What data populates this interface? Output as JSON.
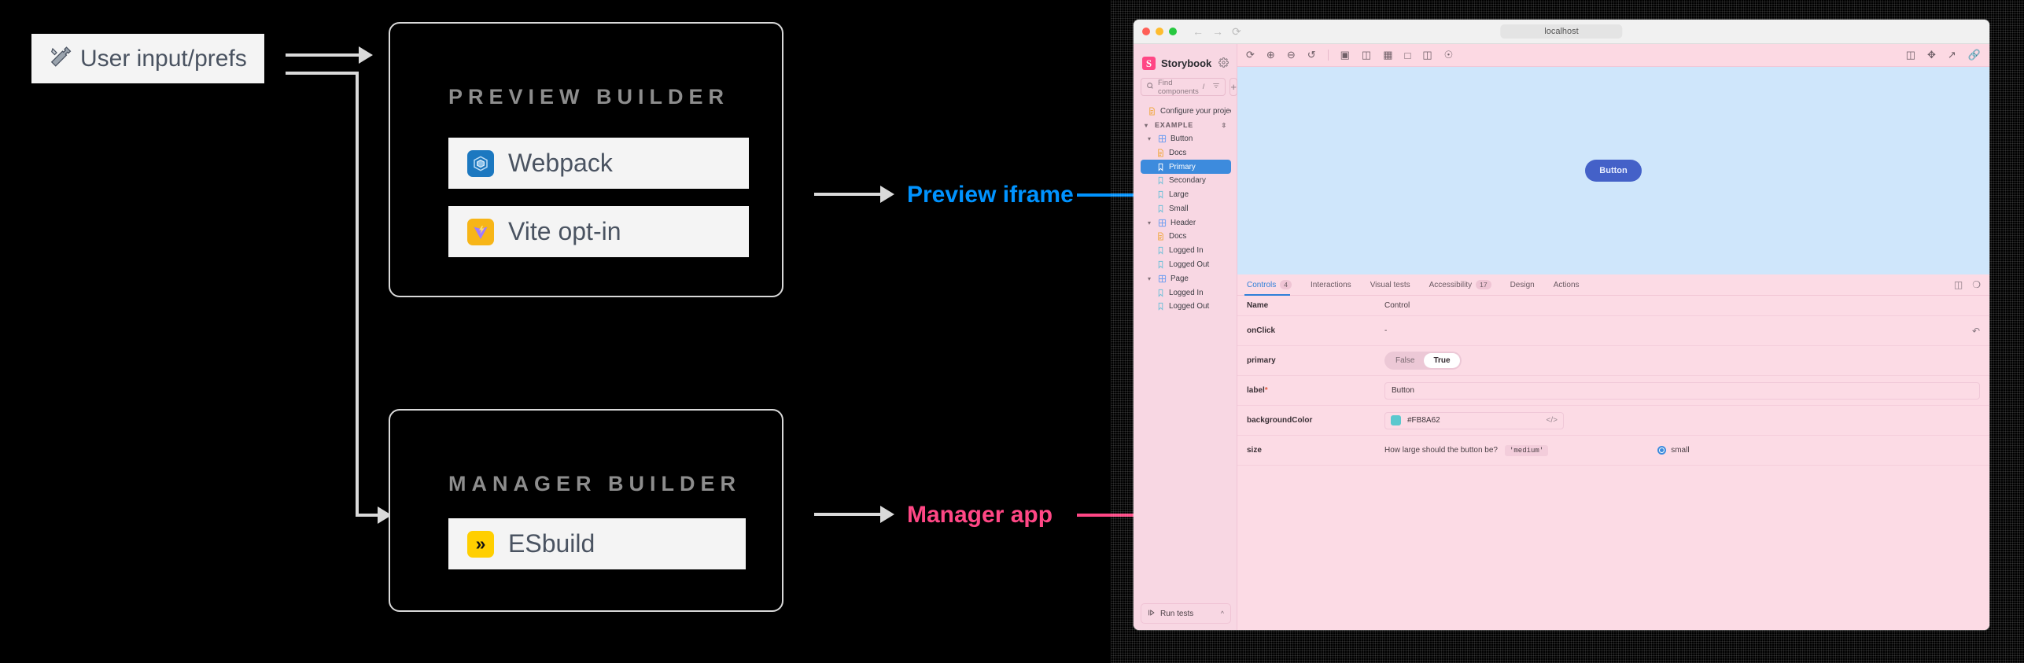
{
  "diagram": {
    "input_chip": {
      "icon": "tools-icon",
      "label": "User input/prefs",
      "emoji": "🛠"
    },
    "preview_box": {
      "title": "PREVIEW BUILDER",
      "items": [
        {
          "label": "Webpack",
          "icon": "webpack-icon"
        },
        {
          "label": "Vite opt-in",
          "icon": "vite-icon"
        }
      ]
    },
    "manager_box": {
      "title": "MANAGER BUILDER",
      "items": [
        {
          "label": "ESbuild",
          "icon": "esbuild-icon"
        }
      ]
    },
    "annotations": [
      {
        "label": "Preview iframe",
        "color": "#0093ff"
      },
      {
        "label": "Manager app",
        "color": "#ff4785"
      }
    ]
  },
  "browser": {
    "url": "localhost",
    "traffic_lights": [
      "close",
      "minimize",
      "zoom"
    ],
    "nav": [
      "back-icon",
      "forward-icon",
      "reload-icon"
    ]
  },
  "storybook": {
    "brand": {
      "logo_letter": "S",
      "name": "Storybook",
      "settings_icon": "gear-icon"
    },
    "search": {
      "placeholder": "Find components",
      "shortcut": "/",
      "filter_icon": "filter-icon",
      "add_icon": "plus-icon"
    },
    "tree": [
      {
        "label": "Configure your project",
        "icon": "docs-icon",
        "indent": 0,
        "type": "doc"
      },
      {
        "label": "EXAMPLE",
        "icon": "chevron-down-icon",
        "indent": 0,
        "type": "group"
      },
      {
        "label": "Button",
        "icon": "component-icon",
        "indent": 0,
        "type": "component"
      },
      {
        "label": "Docs",
        "icon": "docs-icon",
        "indent": 1,
        "type": "doc"
      },
      {
        "label": "Primary",
        "icon": "story-icon",
        "indent": 1,
        "type": "story",
        "selected": true
      },
      {
        "label": "Secondary",
        "icon": "story-icon",
        "indent": 1,
        "type": "story"
      },
      {
        "label": "Large",
        "icon": "story-icon",
        "indent": 1,
        "type": "story"
      },
      {
        "label": "Small",
        "icon": "story-icon",
        "indent": 1,
        "type": "story"
      },
      {
        "label": "Header",
        "icon": "component-icon",
        "indent": 0,
        "type": "component"
      },
      {
        "label": "Docs",
        "icon": "docs-icon",
        "indent": 1,
        "type": "doc"
      },
      {
        "label": "Logged In",
        "icon": "story-icon",
        "indent": 1,
        "type": "story"
      },
      {
        "label": "Logged Out",
        "icon": "story-icon",
        "indent": 1,
        "type": "story"
      },
      {
        "label": "Page",
        "icon": "component-icon",
        "indent": 0,
        "type": "component"
      },
      {
        "label": "Logged In",
        "icon": "story-icon",
        "indent": 1,
        "type": "story"
      },
      {
        "label": "Logged Out",
        "icon": "story-icon",
        "indent": 1,
        "type": "story"
      }
    ],
    "run_tests": {
      "label": "Run tests",
      "icon": "play-icon",
      "chevron": "chevron-up-icon"
    },
    "toolbar_left": [
      "remount-icon",
      "zoom-in-icon",
      "zoom-out-icon",
      "zoom-reset-icon",
      "background-icon",
      "viewport-icon",
      "grid-icon",
      "measure-icon",
      "outline-icon",
      "a11y-icon"
    ],
    "toolbar_right": [
      "sidebar-toggle-icon",
      "fullscreen-icon",
      "open-new-tab-icon",
      "copy-link-icon"
    ],
    "canvas": {
      "story_button_label": "Button"
    },
    "panel": {
      "tabs": [
        {
          "label": "Controls",
          "count": "4",
          "active": true
        },
        {
          "label": "Interactions",
          "count": ""
        },
        {
          "label": "Visual tests",
          "count": ""
        },
        {
          "label": "Accessibility",
          "count": "17"
        },
        {
          "label": "Design",
          "count": ""
        },
        {
          "label": "Actions",
          "count": ""
        }
      ],
      "tab_icons": [
        "panel-position-icon",
        "close-panel-icon"
      ],
      "table": {
        "headers": [
          "Name",
          "Control"
        ],
        "reset_icon": "reset-icon",
        "rows": [
          {
            "name": "onClick",
            "required": false,
            "kind": "dash",
            "value": "-"
          },
          {
            "name": "primary",
            "required": false,
            "kind": "boolean",
            "off_label": "False",
            "on_label": "True",
            "value": "True"
          },
          {
            "name": "label",
            "required": true,
            "kind": "text",
            "value": "Button"
          },
          {
            "name": "backgroundColor",
            "required": false,
            "kind": "color",
            "value": "#FB8A62",
            "swatch": "#5BC8CE",
            "code_icon": "code-icon"
          },
          {
            "name": "size",
            "required": false,
            "kind": "radio",
            "help": "How large should the button be?",
            "code_chip": "'medium'",
            "option": "small"
          }
        ]
      }
    }
  }
}
